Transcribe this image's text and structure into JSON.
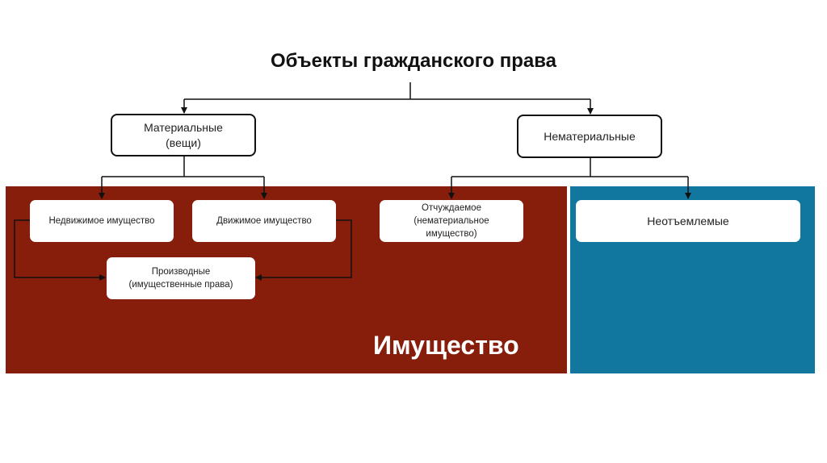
{
  "title": "Объекты гражданского права",
  "nodes": {
    "material": "Материальные\n(вещи)",
    "nonmaterial": "Нематериальные",
    "immovable": "Недвижимое имущество",
    "movable": "Движимое имущество",
    "derivative": "Производные\n(имущественные права)",
    "alienable": "Отчуждаемое\n(нематериальное\nимущество)",
    "inalienable": "Неотъемлемые"
  },
  "regions": {
    "property_label": "Имущество"
  },
  "colors": {
    "property_panel": "#861E0B",
    "inalienable_panel": "#12779E",
    "lines": "#111111"
  }
}
